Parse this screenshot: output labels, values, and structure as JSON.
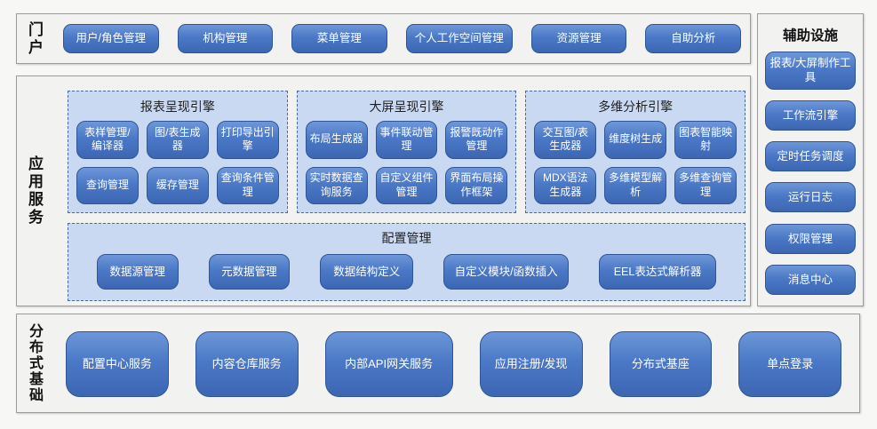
{
  "portal": {
    "label": "门户",
    "items": [
      "用户/角色管理",
      "机构管理",
      "菜单管理",
      "个人工作空间管理",
      "资源管理",
      "自助分析"
    ]
  },
  "app_services": {
    "label": "应用服务",
    "engines": [
      {
        "title": "报表呈现引擎",
        "items": [
          "表样管理/编译器",
          "图/表生成器",
          "打印导出引擎",
          "查询管理",
          "缓存管理",
          "查询条件管理"
        ]
      },
      {
        "title": "大屏呈现引擎",
        "items": [
          "布局生成器",
          "事件联动管理",
          "报警既动作管理",
          "实时数据查询服务",
          "自定义组件管理",
          "界面布局操作框架"
        ]
      },
      {
        "title": "多维分析引擎",
        "items": [
          "交互图/表生成器",
          "维度树生成",
          "图表智能映射",
          "MDX语法生成器",
          "多维模型解析",
          "多维查询管理"
        ]
      }
    ],
    "config": {
      "title": "配置管理",
      "items": [
        "数据源管理",
        "元数据管理",
        "数据结构定义",
        "自定义模块/函数插入",
        "EEL表达式解析器"
      ]
    }
  },
  "aux_facilities": {
    "title": "辅助设施",
    "items": [
      "报表/大屏制作工具",
      "工作流引擎",
      "定时任务调度",
      "运行日志",
      "权限管理",
      "消息中心"
    ]
  },
  "foundation": {
    "label": "分布式基础",
    "items": [
      "配置中心服务",
      "内容仓库服务",
      "内部API网关服务",
      "应用注册/发现",
      "分布式基座",
      "单点登录"
    ]
  },
  "colors": {
    "button_fill": "#4b79c7",
    "button_border": "#2f5597",
    "panel_fill": "#cad9f2",
    "panel_border": "#4a6a9d",
    "section_fill": "#f2f2f1",
    "section_border": "#9b9b9b"
  }
}
